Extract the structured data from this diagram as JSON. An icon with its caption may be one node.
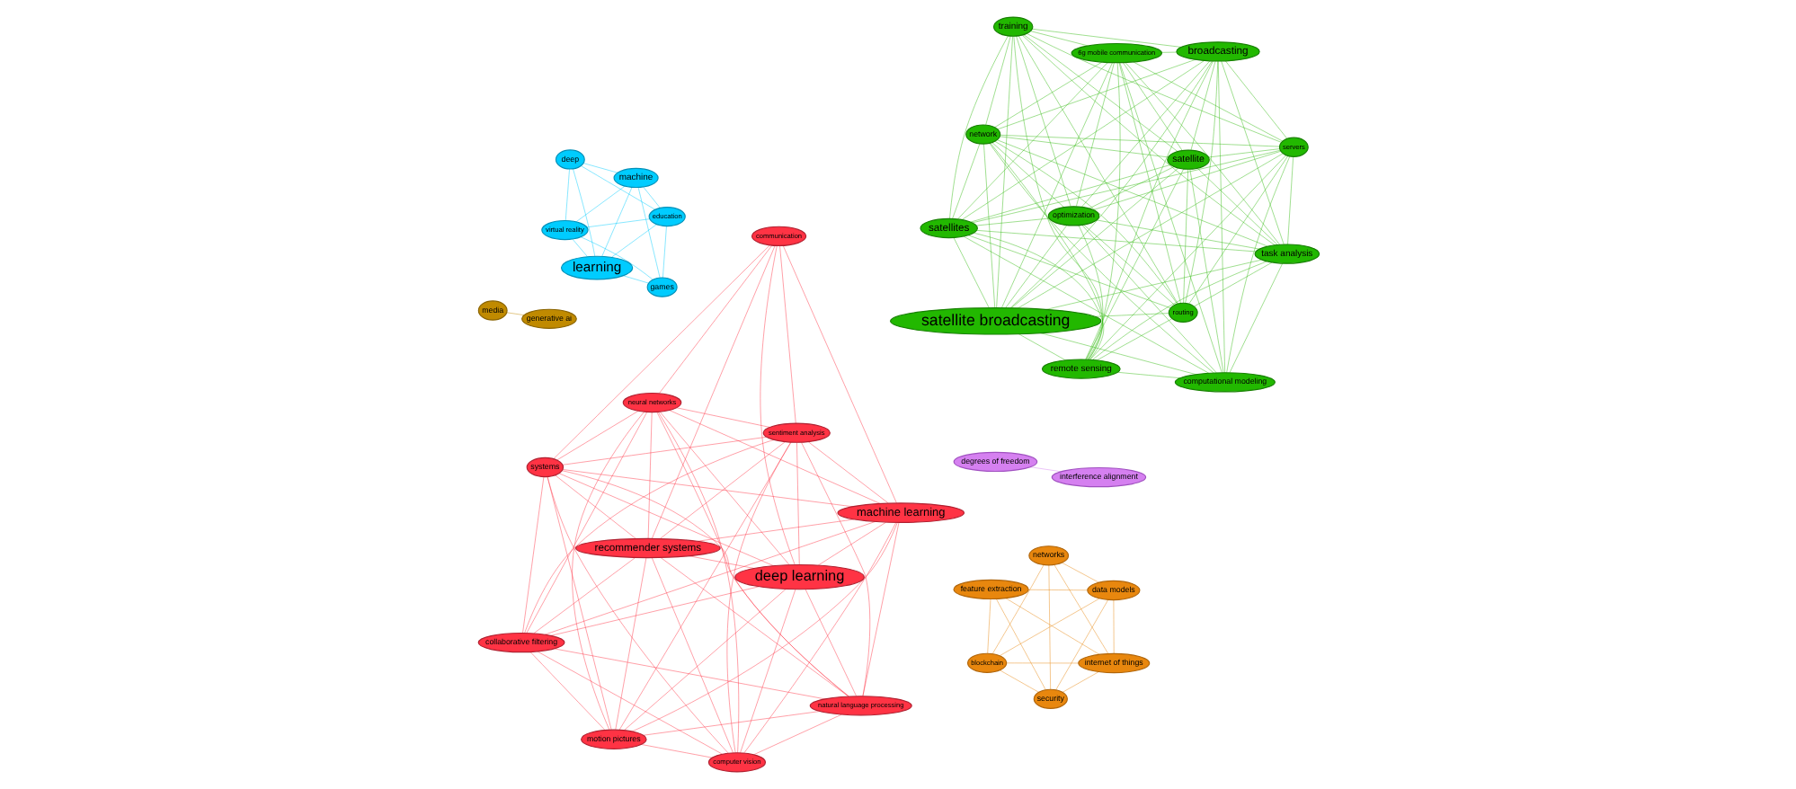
{
  "diagram": {
    "nodes": [
      {
        "text": [
          "satellites"
        ]
      },
      {
        "text": [
          "satellite"
        ]
      },
      {
        "text": [
          "remote sensing"
        ]
      },
      {
        "text": [
          "6g mobile communication"
        ]
      },
      {
        "text": [
          "broadcasting"
        ]
      },
      {
        "text": [
          "training"
        ]
      },
      {
        "text": [
          "satellite broadcasting"
        ]
      },
      {
        "text": [
          "task analysis"
        ]
      },
      {
        "text": [
          "optimization"
        ]
      },
      {
        "text": [
          "computational modeling"
        ]
      },
      {
        "text": [
          "routing"
        ]
      },
      {
        "text": [
          "network"
        ]
      },
      {
        "text": [
          "servers"
        ]
      },
      {
        "text": [
          "blockchain"
        ]
      },
      {
        "text": [
          "internet of things"
        ]
      },
      {
        "text": [
          "security"
        ]
      },
      {
        "text": [
          "networks"
        ]
      },
      {
        "text": [
          "data models"
        ]
      },
      {
        "text": [
          "feature extraction"
        ]
      },
      {
        "text": [
          "degrees of freedom"
        ]
      },
      {
        "text": [
          "interference alignment"
        ]
      },
      {
        "text": [
          "systems"
        ]
      },
      {
        "text": [
          "natural language processing"
        ]
      },
      {
        "text": [
          "motion pictures"
        ]
      },
      {
        "text": [
          "neural networks"
        ]
      },
      {
        "text": [
          "machine learning"
        ]
      },
      {
        "text": [
          "sentiment analysis"
        ]
      },
      {
        "text": [
          "recommender systems"
        ]
      },
      {
        "text": [
          "communication"
        ]
      },
      {
        "text": [
          "collaborative filtering"
        ]
      },
      {
        "text": [
          "deep learning"
        ]
      },
      {
        "text": [
          "computer vision"
        ]
      },
      {
        "text": [
          "media"
        ]
      },
      {
        "text": [
          "generative ai"
        ]
      },
      {
        "text": [
          "virtual reality"
        ]
      },
      {
        "text": [
          "education"
        ]
      },
      {
        "text": [
          "games"
        ]
      },
      {
        "text": [
          "machine"
        ]
      },
      {
        "text": [
          "learning"
        ]
      },
      {
        "text": [
          "deep"
        ]
      }
    ],
    "edges": [
      {
        "from": 0,
        "to": 1,
        "arrow": "none"
      },
      {
        "from": 0,
        "to": 2,
        "arrow": "none"
      },
      {
        "from": 0,
        "to": 3,
        "arrow": "none"
      },
      {
        "from": 0,
        "to": 4,
        "arrow": "none"
      },
      {
        "from": 0,
        "to": 5,
        "arrow": "none"
      },
      {
        "from": 0,
        "to": 6,
        "arrow": "none"
      },
      {
        "from": 0,
        "to": 7,
        "arrow": "none"
      },
      {
        "from": 0,
        "to": 8,
        "arrow": "none"
      },
      {
        "from": 0,
        "to": 9,
        "arrow": "none"
      },
      {
        "from": 0,
        "to": 10,
        "arrow": "none"
      },
      {
        "from": 0,
        "to": 11,
        "arrow": "none"
      },
      {
        "from": 0,
        "to": 12,
        "arrow": "none"
      },
      {
        "from": 1,
        "to": 2,
        "arrow": "none"
      },
      {
        "from": 1,
        "to": 3,
        "arrow": "none"
      },
      {
        "from": 1,
        "to": 4,
        "arrow": "none"
      },
      {
        "from": 1,
        "to": 5,
        "arrow": "none"
      },
      {
        "from": 1,
        "to": 6,
        "arrow": "none"
      },
      {
        "from": 1,
        "to": 7,
        "arrow": "none"
      },
      {
        "from": 1,
        "to": 8,
        "arrow": "none"
      },
      {
        "from": 1,
        "to": 9,
        "arrow": "none"
      },
      {
        "from": 1,
        "to": 10,
        "arrow": "none"
      },
      {
        "from": 1,
        "to": 11,
        "arrow": "none"
      },
      {
        "from": 1,
        "to": 12,
        "arrow": "none"
      },
      {
        "from": 2,
        "to": 3,
        "arrow": "none"
      },
      {
        "from": 2,
        "to": 4,
        "arrow": "none"
      },
      {
        "from": 2,
        "to": 5,
        "arrow": "none"
      },
      {
        "from": 2,
        "to": 6,
        "arrow": "none"
      },
      {
        "from": 2,
        "to": 7,
        "arrow": "none"
      },
      {
        "from": 2,
        "to": 8,
        "arrow": "none"
      },
      {
        "from": 2,
        "to": 9,
        "arrow": "none"
      },
      {
        "from": 2,
        "to": 10,
        "arrow": "none"
      },
      {
        "from": 2,
        "to": 11,
        "arrow": "none"
      },
      {
        "from": 2,
        "to": 12,
        "arrow": "none"
      },
      {
        "from": 3,
        "to": 4,
        "arrow": "none"
      },
      {
        "from": 3,
        "to": 5,
        "arrow": "none"
      },
      {
        "from": 3,
        "to": 6,
        "arrow": "none"
      },
      {
        "from": 3,
        "to": 7,
        "arrow": "none"
      },
      {
        "from": 3,
        "to": 8,
        "arrow": "none"
      },
      {
        "from": 3,
        "to": 9,
        "arrow": "none"
      },
      {
        "from": 3,
        "to": 10,
        "arrow": "none"
      },
      {
        "from": 3,
        "to": 11,
        "arrow": "none"
      },
      {
        "from": 3,
        "to": 12,
        "arrow": "none"
      },
      {
        "from": 4,
        "to": 5,
        "arrow": "none"
      },
      {
        "from": 4,
        "to": 6,
        "arrow": "none"
      },
      {
        "from": 4,
        "to": 7,
        "arrow": "none"
      },
      {
        "from": 4,
        "to": 8,
        "arrow": "none"
      },
      {
        "from": 4,
        "to": 9,
        "arrow": "none"
      },
      {
        "from": 4,
        "to": 10,
        "arrow": "none"
      },
      {
        "from": 4,
        "to": 11,
        "arrow": "none"
      },
      {
        "from": 4,
        "to": 12,
        "arrow": "none"
      },
      {
        "from": 5,
        "to": 6,
        "arrow": "none"
      },
      {
        "from": 5,
        "to": 7,
        "arrow": "none"
      },
      {
        "from": 5,
        "to": 8,
        "arrow": "none"
      },
      {
        "from": 5,
        "to": 10,
        "arrow": "none"
      },
      {
        "from": 5,
        "to": 11,
        "arrow": "none"
      },
      {
        "from": 5,
        "to": 12,
        "arrow": "none"
      },
      {
        "from": 6,
        "to": 7,
        "arrow": "none"
      },
      {
        "from": 6,
        "to": 8,
        "arrow": "none"
      },
      {
        "from": 6,
        "to": 9,
        "arrow": "none"
      },
      {
        "from": 6,
        "to": 10,
        "arrow": "none"
      },
      {
        "from": 6,
        "to": 11,
        "arrow": "none"
      },
      {
        "from": 6,
        "to": 12,
        "arrow": "none"
      },
      {
        "from": 7,
        "to": 8,
        "arrow": "none"
      },
      {
        "from": 7,
        "to": 9,
        "arrow": "none"
      },
      {
        "from": 7,
        "to": 10,
        "arrow": "none"
      },
      {
        "from": 7,
        "to": 11,
        "arrow": "none"
      },
      {
        "from": 7,
        "to": 12,
        "arrow": "none"
      },
      {
        "from": 8,
        "to": 9,
        "arrow": "none"
      },
      {
        "from": 8,
        "to": 10,
        "arrow": "none"
      },
      {
        "from": 8,
        "to": 11,
        "arrow": "none"
      },
      {
        "from": 8,
        "to": 12,
        "arrow": "none"
      },
      {
        "from": 9,
        "to": 11,
        "arrow": "none"
      },
      {
        "from": 9,
        "to": 12,
        "arrow": "none"
      },
      {
        "from": 10,
        "to": 11,
        "arrow": "none"
      },
      {
        "from": 10,
        "to": 12,
        "arrow": "none"
      },
      {
        "from": 11,
        "to": 12,
        "arrow": "none"
      },
      {
        "from": 13,
        "to": 14,
        "arrow": "none",
        "color": "#e8870e"
      },
      {
        "from": 13,
        "to": 15,
        "arrow": "none",
        "color": "#e8870e"
      },
      {
        "from": 13,
        "to": 16,
        "arrow": "none",
        "color": "#e8870e"
      },
      {
        "from": 13,
        "to": 17,
        "arrow": "none",
        "color": "#e8870e"
      },
      {
        "from": 13,
        "to": 18,
        "arrow": "none",
        "color": "#e8870e"
      },
      {
        "from": 14,
        "to": 15,
        "arrow": "none",
        "color": "#e8870e"
      },
      {
        "from": 14,
        "to": 16,
        "arrow": "none",
        "color": "#e8870e"
      },
      {
        "from": 14,
        "to": 17,
        "arrow": "none",
        "color": "#e8870e"
      },
      {
        "from": 14,
        "to": 18,
        "arrow": "none",
        "color": "#e8870e"
      },
      {
        "from": 15,
        "to": 16,
        "arrow": "none",
        "color": "#e8870e"
      },
      {
        "from": 15,
        "to": 17,
        "arrow": "none",
        "color": "#e8870e"
      },
      {
        "from": 15,
        "to": 18,
        "arrow": "none",
        "color": "#e8870e"
      },
      {
        "from": 16,
        "to": 17,
        "arrow": "none",
        "color": "#e8870e"
      },
      {
        "from": 17,
        "to": 18,
        "arrow": "none",
        "color": "#e8870e"
      },
      {
        "from": 19,
        "to": 20,
        "arrow": "none",
        "color": "#d580f0"
      },
      {
        "from": 21,
        "to": 22,
        "arrow": "none",
        "color": "#ff3344"
      },
      {
        "from": 21,
        "to": 23,
        "arrow": "none",
        "color": "#ff3344"
      },
      {
        "from": 21,
        "to": 24,
        "arrow": "none",
        "color": "#ff3344"
      },
      {
        "from": 21,
        "to": 25,
        "arrow": "none",
        "color": "#ff3344"
      },
      {
        "from": 21,
        "to": 26,
        "arrow": "none",
        "color": "#ff3344"
      },
      {
        "from": 21,
        "to": 27,
        "arrow": "none",
        "color": "#ff3344"
      },
      {
        "from": 21,
        "to": 28,
        "arrow": "none",
        "color": "#ff3344"
      },
      {
        "from": 21,
        "to": 29,
        "arrow": "none",
        "color": "#ff3344"
      },
      {
        "from": 21,
        "to": 30,
        "arrow": "none",
        "color": "#ff3344"
      },
      {
        "from": 21,
        "to": 31,
        "arrow": "none",
        "color": "#ff3344"
      },
      {
        "from": 22,
        "to": 23,
        "arrow": "none",
        "color": "#ff3344"
      },
      {
        "from": 22,
        "to": 24,
        "arrow": "none",
        "color": "#ff3344"
      },
      {
        "from": 22,
        "to": 25,
        "arrow": "none",
        "color": "#ff3344"
      },
      {
        "from": 22,
        "to": 26,
        "arrow": "none",
        "color": "#ff3344"
      },
      {
        "from": 22,
        "to": 27,
        "arrow": "none",
        "color": "#ff3344"
      },
      {
        "from": 22,
        "to": 29,
        "arrow": "none",
        "color": "#ff3344"
      },
      {
        "from": 22,
        "to": 30,
        "arrow": "none",
        "color": "#ff3344"
      },
      {
        "from": 22,
        "to": 31,
        "arrow": "none",
        "color": "#ff3344"
      },
      {
        "from": 23,
        "to": 24,
        "arrow": "none",
        "color": "#ff3344"
      },
      {
        "from": 23,
        "to": 25,
        "arrow": "none",
        "color": "#ff3344"
      },
      {
        "from": 23,
        "to": 26,
        "arrow": "none",
        "color": "#ff3344"
      },
      {
        "from": 23,
        "to": 27,
        "arrow": "none",
        "color": "#ff3344"
      },
      {
        "from": 23,
        "to": 29,
        "arrow": "none",
        "color": "#ff3344"
      },
      {
        "from": 23,
        "to": 30,
        "arrow": "none",
        "color": "#ff3344"
      },
      {
        "from": 23,
        "to": 31,
        "arrow": "none",
        "color": "#ff3344"
      },
      {
        "from": 24,
        "to": 25,
        "arrow": "none",
        "color": "#ff3344"
      },
      {
        "from": 24,
        "to": 26,
        "arrow": "none",
        "color": "#ff3344"
      },
      {
        "from": 24,
        "to": 27,
        "arrow": "none",
        "color": "#ff3344"
      },
      {
        "from": 24,
        "to": 28,
        "arrow": "none",
        "color": "#ff3344"
      },
      {
        "from": 24,
        "to": 29,
        "arrow": "none",
        "color": "#ff3344"
      },
      {
        "from": 24,
        "to": 30,
        "arrow": "none",
        "color": "#ff3344"
      },
      {
        "from": 24,
        "to": 31,
        "arrow": "none",
        "color": "#ff3344"
      },
      {
        "from": 25,
        "to": 26,
        "arrow": "none",
        "color": "#ff3344"
      },
      {
        "from": 25,
        "to": 27,
        "arrow": "none",
        "color": "#ff3344"
      },
      {
        "from": 25,
        "to": 28,
        "arrow": "none",
        "color": "#ff3344"
      },
      {
        "from": 25,
        "to": 29,
        "arrow": "none",
        "color": "#ff3344"
      },
      {
        "from": 25,
        "to": 30,
        "arrow": "none",
        "color": "#ff3344"
      },
      {
        "from": 25,
        "to": 31,
        "arrow": "none",
        "color": "#ff3344"
      },
      {
        "from": 26,
        "to": 27,
        "arrow": "none",
        "color": "#ff3344"
      },
      {
        "from": 26,
        "to": 28,
        "arrow": "none",
        "color": "#ff3344"
      },
      {
        "from": 26,
        "to": 29,
        "arrow": "none",
        "color": "#ff3344"
      },
      {
        "from": 26,
        "to": 30,
        "arrow": "none",
        "color": "#ff3344"
      },
      {
        "from": 26,
        "to": 31,
        "arrow": "none",
        "color": "#ff3344"
      },
      {
        "from": 27,
        "to": 28,
        "arrow": "none",
        "color": "#ff3344"
      },
      {
        "from": 27,
        "to": 29,
        "arrow": "none",
        "color": "#ff3344"
      },
      {
        "from": 27,
        "to": 30,
        "arrow": "none",
        "color": "#ff3344"
      },
      {
        "from": 27,
        "to": 31,
        "arrow": "none",
        "color": "#ff3344"
      },
      {
        "from": 28,
        "to": 30,
        "arrow": "none",
        "color": "#ff3344"
      },
      {
        "from": 29,
        "to": 30,
        "arrow": "none",
        "color": "#ff3344"
      },
      {
        "from": 29,
        "to": 31,
        "arrow": "none",
        "color": "#ff3344"
      },
      {
        "from": 30,
        "to": 31,
        "arrow": "none",
        "color": "#ff3344"
      },
      {
        "from": 32,
        "to": 33,
        "arrow": "none",
        "color": "#c08a00"
      },
      {
        "from": 34,
        "to": 35,
        "arrow": "none",
        "color": "#00ccff"
      },
      {
        "from": 34,
        "to": 36,
        "arrow": "none",
        "color": "#00ccff"
      },
      {
        "from": 34,
        "to": 37,
        "arrow": "none",
        "color": "#00ccff"
      },
      {
        "from": 34,
        "to": 38,
        "arrow": "none",
        "color": "#00ccff"
      },
      {
        "from": 34,
        "to": 39,
        "arrow": "none",
        "color": "#00ccff"
      },
      {
        "from": 35,
        "to": 36,
        "arrow": "none",
        "color": "#00ccff"
      },
      {
        "from": 35,
        "to": 37,
        "arrow": "none",
        "color": "#00ccff"
      },
      {
        "from": 35,
        "to": 38,
        "arrow": "none",
        "color": "#00ccff"
      },
      {
        "from": 35,
        "to": 39,
        "arrow": "none",
        "color": "#00ccff"
      },
      {
        "from": 36,
        "to": 37,
        "arrow": "none",
        "color": "#00ccff"
      },
      {
        "from": 36,
        "to": 38,
        "arrow": "none",
        "color": "#00ccff"
      },
      {
        "from": 37,
        "to": 38,
        "arrow": "none",
        "color": "#00ccff"
      },
      {
        "from": 37,
        "to": 39,
        "arrow": "none",
        "color": "#00ccff"
      },
      {
        "from": 38,
        "to": 39,
        "arrow": "none",
        "color": "#00ccff"
      }
    ]
  }
}
